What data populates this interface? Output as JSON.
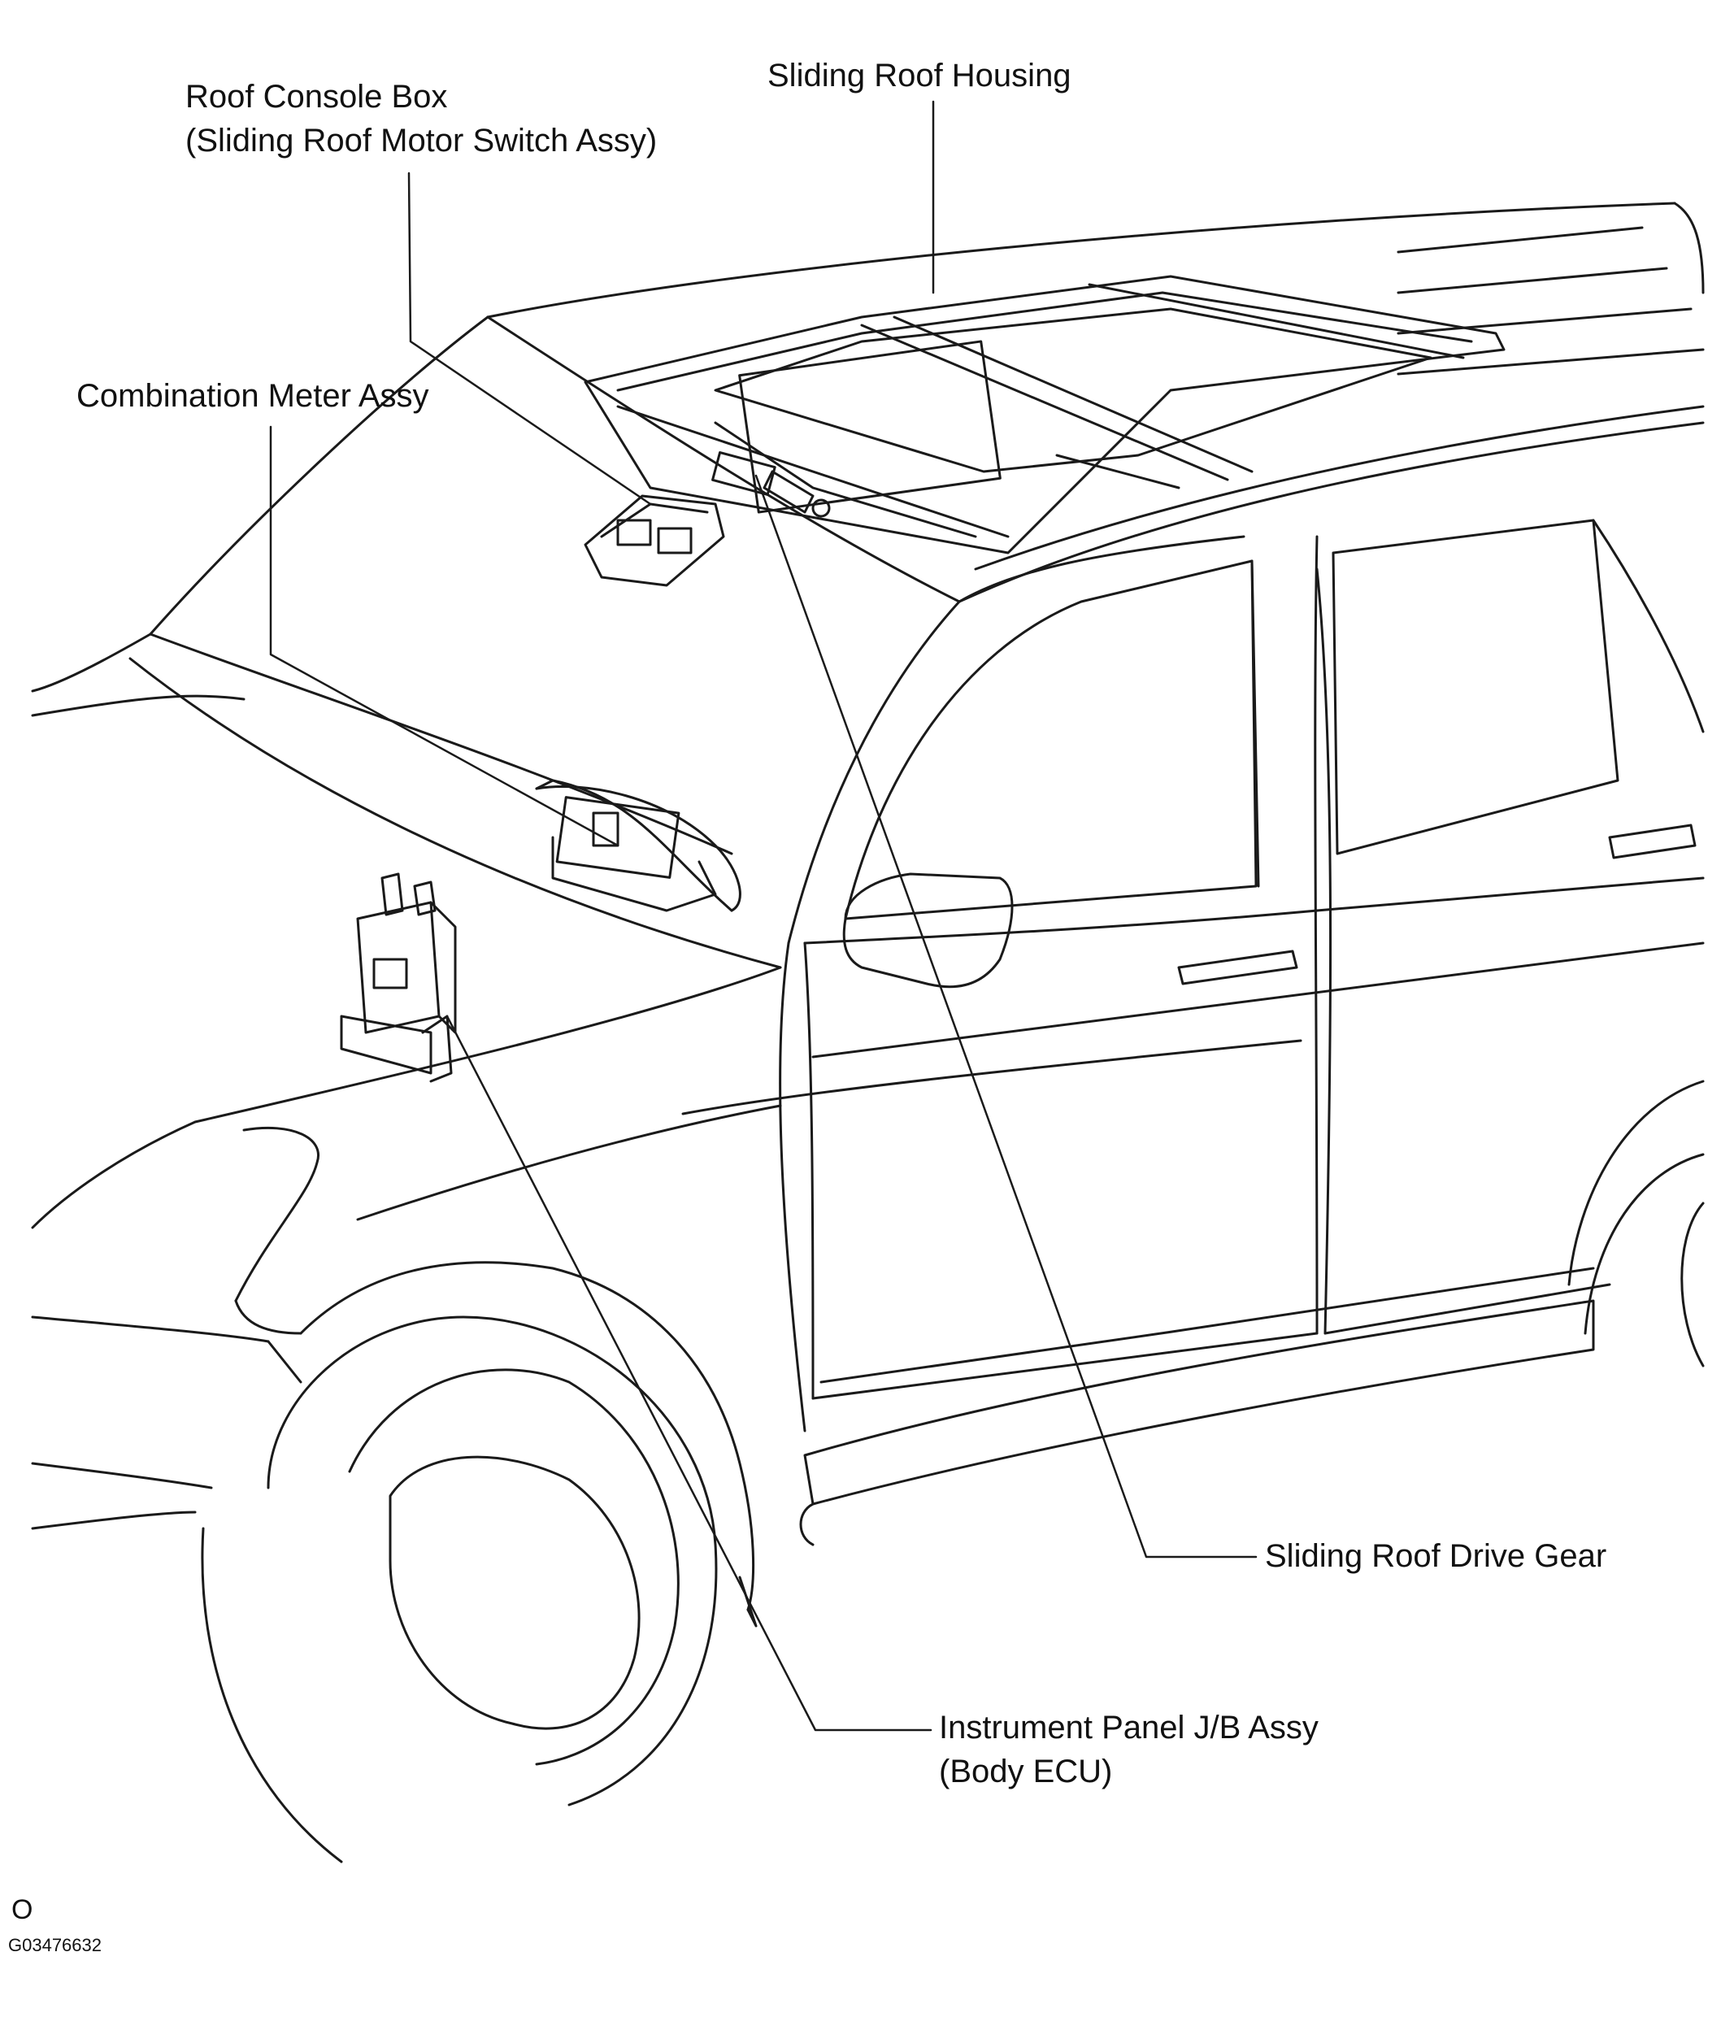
{
  "figure": {
    "callouts": {
      "roof_console_box": [
        "Roof Console Box",
        "(Sliding Roof Motor Switch Assy)"
      ],
      "sliding_roof_housing": "Sliding Roof Housing",
      "combination_meter": "Combination Meter Assy",
      "sliding_roof_drive_gear": "Sliding Roof Drive Gear",
      "instrument_panel_jb": [
        "Instrument Panel J/B Assy",
        "(Body ECU)"
      ]
    },
    "corner_mark": "O",
    "figure_code": "G03476632"
  }
}
